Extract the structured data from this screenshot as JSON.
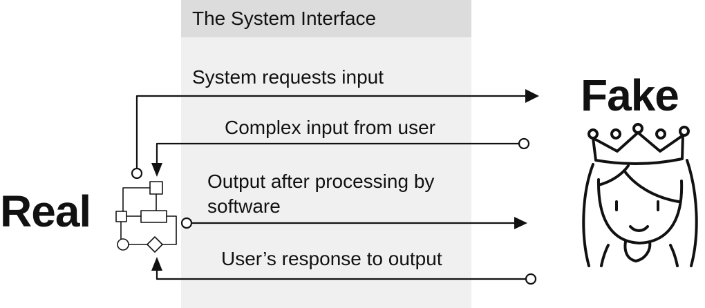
{
  "interface": {
    "title": "The System Interface"
  },
  "flows": [
    {
      "label": "System requests input"
    },
    {
      "label": "Complex input from user"
    },
    {
      "label_lines": [
        "Output after processing by",
        "software"
      ]
    },
    {
      "label": "User’s response to output"
    }
  ],
  "actors": {
    "left": "Real",
    "right": "Fake"
  },
  "icons": {
    "system": "flowchart-icon",
    "user": "princess-crown-icon"
  },
  "colors": {
    "panel": "#f0f0f0",
    "panel_header": "#dcdcdc",
    "ink": "#111111"
  }
}
